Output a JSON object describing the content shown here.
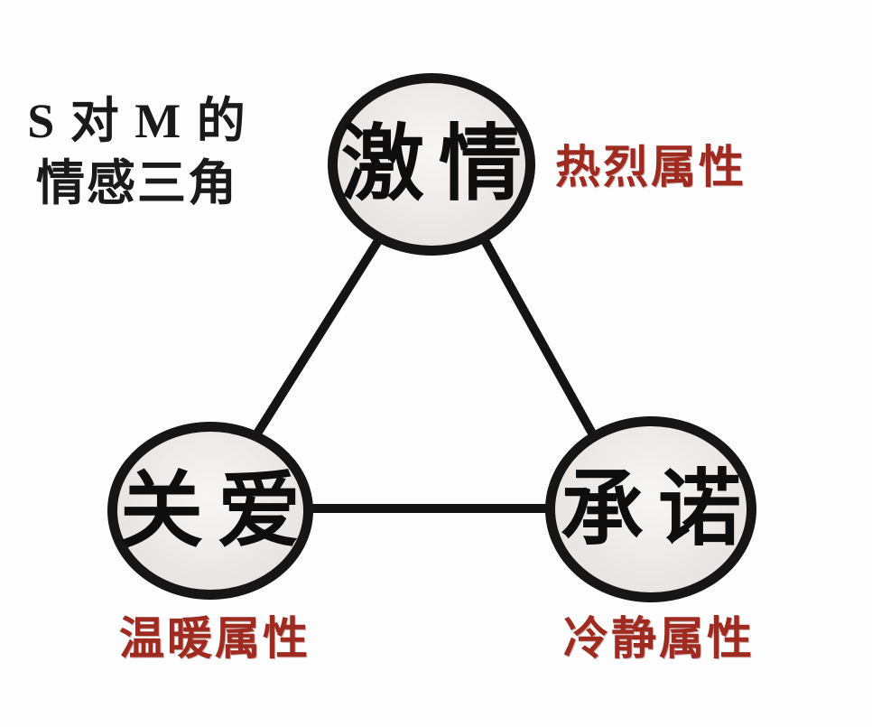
{
  "diagram": {
    "title": {
      "line1": "S 对 M 的",
      "line2": "情感三角"
    },
    "nodes": [
      {
        "id": "passion",
        "label": "激情",
        "attribute": "热烈属性"
      },
      {
        "id": "care",
        "label": "关爱",
        "attribute": "温暖属性"
      },
      {
        "id": "commitment",
        "label": "承诺",
        "attribute": "冷静属性"
      }
    ],
    "edges": [
      {
        "from": "passion",
        "to": "care"
      },
      {
        "from": "passion",
        "to": "commitment"
      },
      {
        "from": "care",
        "to": "commitment"
      }
    ],
    "colors": {
      "node_fill": "#ebe8e6",
      "node_border": "#161616",
      "edge_stroke": "#141414",
      "attribute_text": "#9e2a20",
      "title_text": "#1a1a1a",
      "background": "#fdfdfd"
    }
  }
}
